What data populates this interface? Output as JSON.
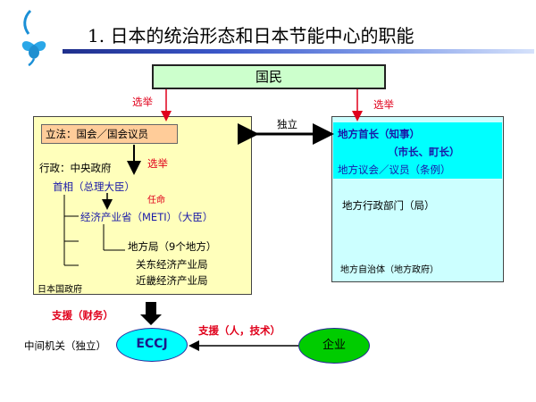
{
  "slide": {
    "title": "1. 日本的统治形态和日本节能中心的职能"
  },
  "nodes": {
    "kokumin": "国民",
    "rippo": "立法：国会／国会议员",
    "gyosei": "行政：中央政府",
    "shusho": "首相（总理大臣）",
    "meti": "经济产业省（METI）（大臣）",
    "chihokyoku": "地方局（9个地方）",
    "kanto": "关东经济产业局",
    "kinki": "近畿经济产业局",
    "nihon_seifu": "日本国政府",
    "chiho_shucho": "地方首长（知事）",
    "shicho": "（市长、町长）",
    "chiho_gikai": "地方议会／议员（条例）",
    "chiho_gyosei": "地方行政部门（局）",
    "chiho_jichitai": "地方自治体（地方政府）",
    "eccj": "ECCJ",
    "kigyo": "企业",
    "chukan": "中间机关（独立）"
  },
  "labels": {
    "senkyo_left": "选举",
    "senkyo_right": "选举",
    "senkyo_mid": "选举",
    "ninmei": "任命",
    "dokuritsu": "独立",
    "shien_zaimu": "支援（财务）",
    "shien_jin": "支援（人，技术）"
  },
  "colors": {
    "kokumin_fill": "#ccffcc",
    "gov_fill": "#ffffbb",
    "local_fill": "#ccffff",
    "local_head_fill": "#00ffff",
    "rikki_fill": "#ffcc99",
    "eccj_fill": "#00ffff",
    "kigyo_fill": "#00cc00",
    "red": "#e0001b",
    "blue": "#1a1aa8"
  },
  "icons": {
    "logo": "clover-heart-icon"
  }
}
